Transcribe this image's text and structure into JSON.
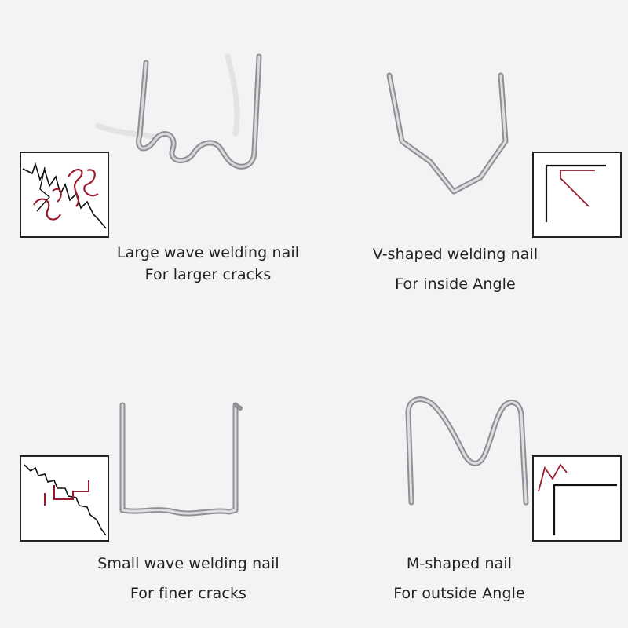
{
  "products": [
    {
      "name": "Large wave welding nail",
      "use": "For larger cracks",
      "diagram_icon": "crack-wave-diagram"
    },
    {
      "name": "V-shaped welding nail",
      "use": "For inside Angle",
      "diagram_icon": "inside-angle-diagram"
    },
    {
      "name": "Small wave welding nail",
      "use": "For finer cracks",
      "diagram_icon": "crack-small-wave-diagram"
    },
    {
      "name": "M-shaped nail",
      "use": "For outside Angle",
      "diagram_icon": "outside-angle-diagram"
    }
  ],
  "colors": {
    "background": "#f3f3f3",
    "wire": "#b9b9bd",
    "red_staple": "#9a1b2e",
    "ink": "#222222"
  }
}
